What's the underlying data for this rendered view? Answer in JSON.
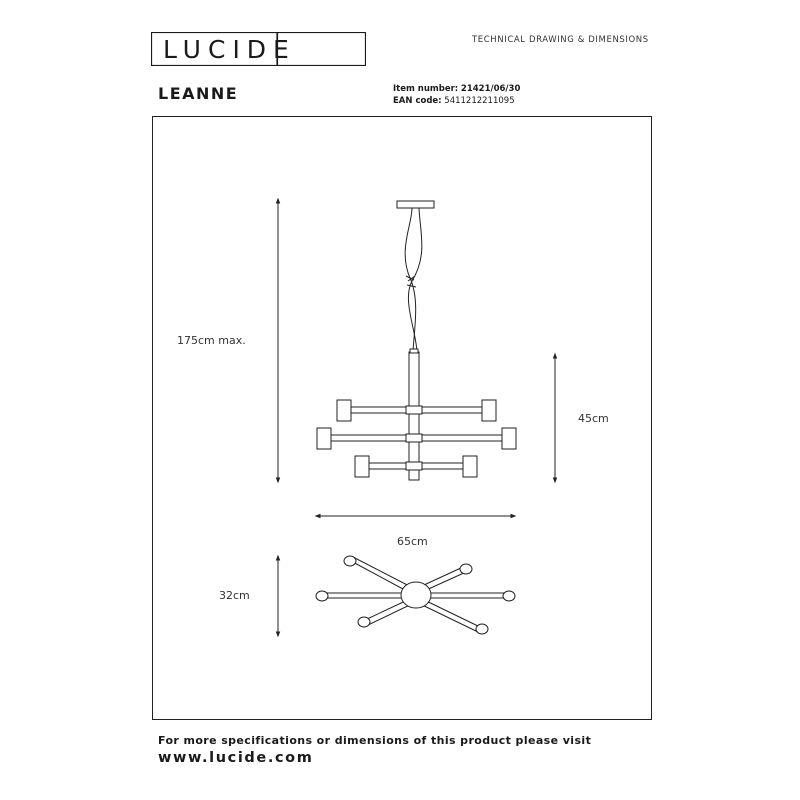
{
  "brand": {
    "logo_text": "LUCIDE"
  },
  "header": {
    "doc_type": "TECHNICAL DRAWING & DIMENSIONS"
  },
  "product": {
    "name": "LEANNE",
    "item_label": "Item number:",
    "item_value": "21421/06/30",
    "ean_label": "EAN code:",
    "ean_value": "5411212211095"
  },
  "dimensions": {
    "height_max": "175cm max.",
    "body_height": "45cm",
    "width": "65cm",
    "depth": "32cm"
  },
  "footer": {
    "line1": "For more specifications or dimensions of this product please visit",
    "line2": "www.lucide.com"
  },
  "colors": {
    "ink": "#1a1a1a",
    "line": "#222222"
  }
}
